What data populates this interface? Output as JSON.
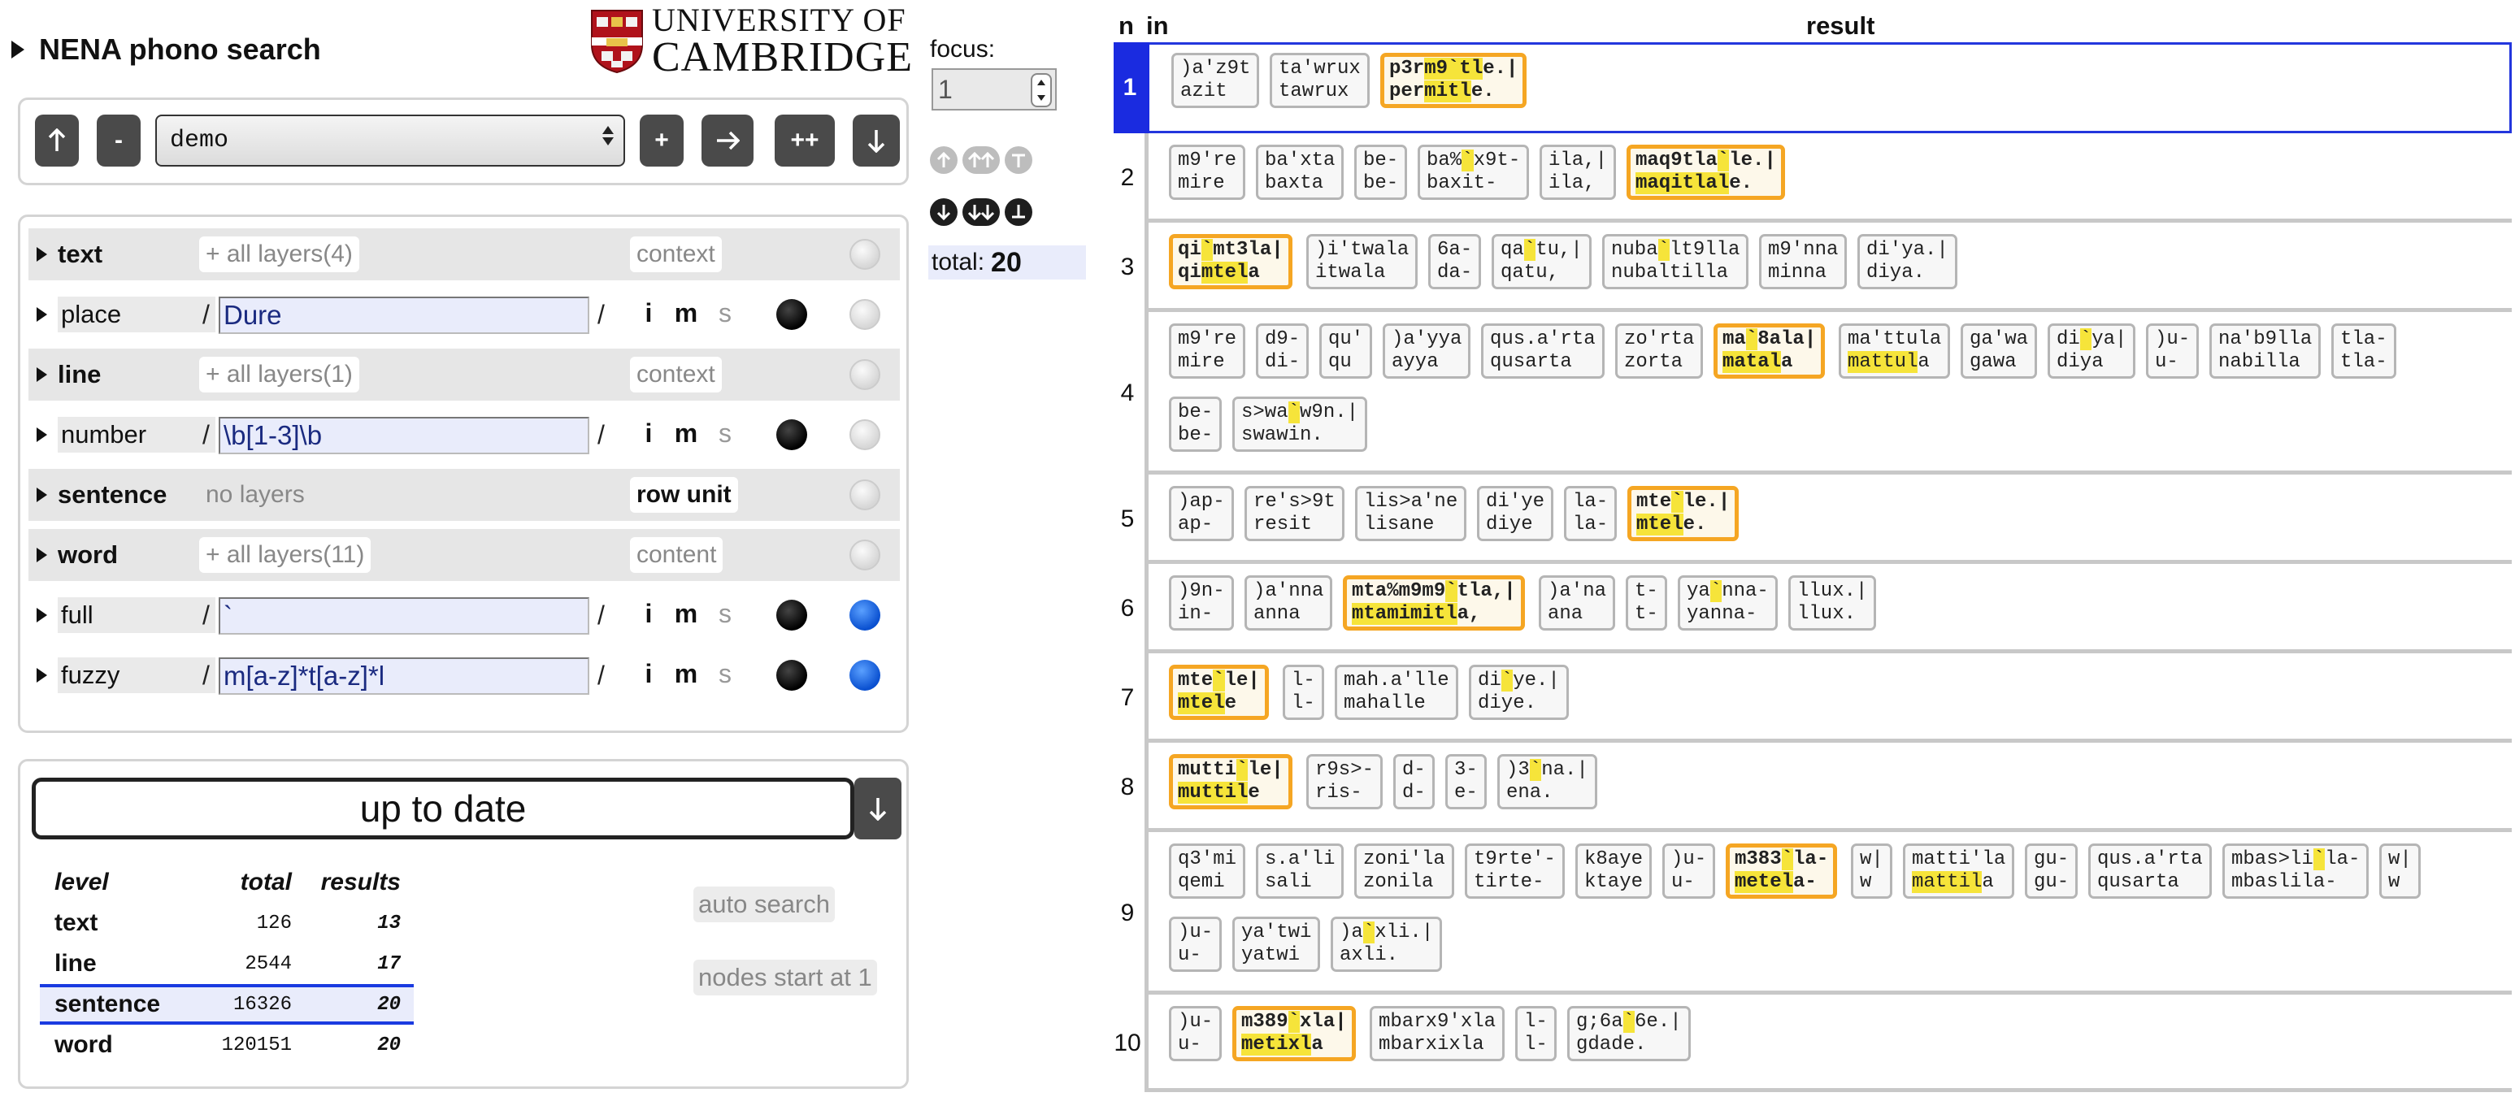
{
  "app": {
    "title": "NENA phono search"
  },
  "logo": {
    "line1": "UNIVERSITY OF",
    "line2": "CAMBRIDGE"
  },
  "set_panel": {
    "selected_set": "demo",
    "buttons": [
      "↑",
      "-",
      "+",
      "→",
      "++",
      "↓"
    ]
  },
  "layers": {
    "text": {
      "name": "text",
      "chip": "+ all layers(4)",
      "context": "context"
    },
    "place": {
      "name": "place",
      "pattern": "Dure",
      "flags": [
        "i",
        "m",
        "s"
      ]
    },
    "line": {
      "name": "line",
      "chip": "+ all layers(1)",
      "context": "context"
    },
    "number": {
      "name": "number",
      "pattern": "\\b[1-3]\\b",
      "flags": [
        "i",
        "m",
        "s"
      ]
    },
    "sentence": {
      "name": "sentence",
      "chip": "no layers",
      "context": "row unit"
    },
    "word": {
      "name": "word",
      "chip": "+ all layers(11)",
      "context": "content"
    },
    "full": {
      "name": "full",
      "pattern": "`",
      "flags": [
        "i",
        "m",
        "s"
      ]
    },
    "fuzzy": {
      "name": "fuzzy",
      "pattern": "m[a-z]*t[a-z]*l",
      "flags": [
        "i",
        "m",
        "s"
      ]
    },
    "slash": "/"
  },
  "status": {
    "message": "up to date",
    "headers": {
      "level": "level",
      "total": "total",
      "results": "results"
    },
    "rows": [
      {
        "level": "text",
        "total": "126",
        "results": "13"
      },
      {
        "level": "line",
        "total": "2544",
        "results": "17"
      },
      {
        "level": "sentence",
        "total": "16326",
        "results": "20"
      },
      {
        "level": "word",
        "total": "120151",
        "results": "20"
      }
    ],
    "auto_search": "auto search",
    "nodes_start": "nodes start at 1"
  },
  "focus": {
    "label": "focus:",
    "value": "1",
    "total_label": "total:",
    "total_value": "20"
  },
  "results": {
    "headers": {
      "n": "n",
      "in": "in",
      "result": "result"
    },
    "rows": [
      {
        "n": "1",
        "words": [
          {
            "a": ")a'z9t",
            "b": "azit"
          },
          {
            "a": "ta'wrux",
            "b": "tawrux"
          },
          {
            "a": "p3rm9`tle.|",
            "b": "permitle.",
            "hl": true,
            "am": [
              "m9`tl"
            ],
            "bm": [
              "mitl"
            ]
          }
        ]
      },
      {
        "n": "2",
        "words": [
          {
            "a": "m9're",
            "b": "mire"
          },
          {
            "a": "ba'xta",
            "b": "baxta"
          },
          {
            "a": "be-",
            "b": "be-"
          },
          {
            "a": "ba%`x9t-",
            "b": "baxit-",
            "am": [
              "`"
            ]
          },
          {
            "a": "ila,|",
            "b": "ila,"
          },
          {
            "a": "maq9tla`le.|",
            "b": "maqitlale.",
            "hl": true,
            "am": [
              "`"
            ],
            "bm": [
              "maqitlal"
            ]
          }
        ]
      },
      {
        "n": "3",
        "words": [
          {
            "a": "qi`mt3la|",
            "b": "qimtela",
            "hl": true,
            "am": [
              "`"
            ],
            "bm": [
              "mtel"
            ]
          },
          {
            "a": ")i'twala",
            "b": "itwala"
          },
          {
            "a": "6a-",
            "b": "da-"
          },
          {
            "a": "qa`tu,|",
            "b": "qatu,",
            "am": [
              "`"
            ]
          },
          {
            "a": "nuba`lt9lla",
            "b": "nubaltilla",
            "am": [
              "`"
            ]
          },
          {
            "a": "m9'nna",
            "b": "minna"
          },
          {
            "a": "di'ya.|",
            "b": "diya."
          }
        ]
      },
      {
        "n": "4",
        "words": [
          {
            "a": "m9're",
            "b": "mire"
          },
          {
            "a": "d9-",
            "b": "di-"
          },
          {
            "a": "qu'",
            "b": "qu"
          },
          {
            "a": ")a'yya",
            "b": "ayya"
          },
          {
            "a": "qus.a'rta",
            "b": "qusarta"
          },
          {
            "a": "zo'rta",
            "b": "zorta"
          },
          {
            "a": "ma`8ala|",
            "b": "matala",
            "hl": true,
            "am": [
              "`"
            ],
            "bm": [
              "matal"
            ]
          },
          {
            "a": "ma'ttula",
            "b": "mattula",
            "bm": [
              "mattul"
            ]
          },
          {
            "a": "ga'wa",
            "b": "gawa"
          },
          {
            "a": "di`ya|",
            "b": "diya",
            "am": [
              "`"
            ]
          },
          {
            "a": ")u-",
            "b": "u-"
          },
          {
            "a": "na'b9lla",
            "b": "nabilla"
          },
          {
            "a": "tla-",
            "b": "tla-"
          },
          {
            "a": "be-",
            "b": "be-",
            "wrap": true
          },
          {
            "a": "s>wa`w9n.|",
            "b": "swawin.",
            "am": [
              "`"
            ]
          }
        ]
      },
      {
        "n": "5",
        "words": [
          {
            "a": ")ap-",
            "b": "ap-"
          },
          {
            "a": "re's>9t",
            "b": "resit"
          },
          {
            "a": "lis>a'ne",
            "b": "lisane"
          },
          {
            "a": "di'ye",
            "b": "diye"
          },
          {
            "a": "la-",
            "b": "la-"
          },
          {
            "a": "mte`le.|",
            "b": "mtele.",
            "hl": true,
            "am": [
              "`"
            ],
            "bm": [
              "mtel"
            ]
          }
        ]
      },
      {
        "n": "6",
        "words": [
          {
            "a": ")9n-",
            "b": "in-"
          },
          {
            "a": ")a'nna",
            "b": "anna"
          },
          {
            "a": "mta%m9m9`tla,|",
            "b": "mtamimitla,",
            "hl": true,
            "am": [
              "`"
            ],
            "bm": [
              "mtamimitl"
            ]
          },
          {
            "a": ")a'na",
            "b": "ana"
          },
          {
            "a": "t-",
            "b": "t-"
          },
          {
            "a": "ya`nna-",
            "b": "yanna-",
            "am": [
              "`"
            ]
          },
          {
            "a": "llux.|",
            "b": "llux."
          }
        ]
      },
      {
        "n": "7",
        "words": [
          {
            "a": "mte`le|",
            "b": "mtele",
            "hl": true,
            "am": [
              "`"
            ],
            "bm": [
              "mtel"
            ]
          },
          {
            "a": "l-",
            "b": "l-"
          },
          {
            "a": "mah.a'lle",
            "b": "mahalle"
          },
          {
            "a": "di`ye.|",
            "b": "diye.",
            "am": [
              "`"
            ]
          }
        ]
      },
      {
        "n": "8",
        "words": [
          {
            "a": "mutti`le|",
            "b": "muttile",
            "hl": true,
            "am": [
              "`"
            ],
            "bm": [
              "muttil"
            ]
          },
          {
            "a": "r9s>-",
            "b": "ris-"
          },
          {
            "a": "d-",
            "b": "d-"
          },
          {
            "a": "3-",
            "b": "e-"
          },
          {
            "a": ")3`na.|",
            "b": "ena.",
            "am": [
              "`"
            ]
          }
        ]
      },
      {
        "n": "9",
        "words": [
          {
            "a": "q3'mi",
            "b": "qemi"
          },
          {
            "a": "s.a'li",
            "b": "sali"
          },
          {
            "a": "zoni'la",
            "b": "zonila"
          },
          {
            "a": "t9rte'-",
            "b": "tirte-"
          },
          {
            "a": "k8aye",
            "b": "ktaye"
          },
          {
            "a": ")u-",
            "b": "u-"
          },
          {
            "a": "m383`la-",
            "b": "metela-",
            "hl": true,
            "am": [
              "`"
            ],
            "bm": [
              "metel"
            ]
          },
          {
            "a": "w|",
            "b": "w"
          },
          {
            "a": "matti'la",
            "b": "mattila",
            "bm": [
              "mattil"
            ]
          },
          {
            "a": "gu-",
            "b": "gu-"
          },
          {
            "a": "qus.a'rta",
            "b": "qusarta"
          },
          {
            "a": "mbas>li`la-",
            "b": "mbaslila-",
            "am": [
              "`"
            ]
          },
          {
            "a": "w|",
            "b": "w"
          },
          {
            "a": ")u-",
            "b": "u-",
            "wrap": true
          },
          {
            "a": "ya'twi",
            "b": "yatwi"
          },
          {
            "a": ")a`xli.|",
            "b": "axli.",
            "am": [
              "`"
            ]
          }
        ]
      },
      {
        "n": "10",
        "words": [
          {
            "a": ")u-",
            "b": "u-"
          },
          {
            "a": "m389`xla|",
            "b": "metixla",
            "hl": true,
            "am": [
              "`"
            ],
            "bm": [
              "metixl"
            ]
          },
          {
            "a": "mbarx9'xla",
            "b": "mbarxixla"
          },
          {
            "a": "l-",
            "b": "l-"
          },
          {
            "a": "g;6a`6e.|",
            "b": "gdade.",
            "am": [
              "`"
            ]
          }
        ]
      }
    ]
  },
  "colors": {
    "accent_blue": "#1a2be0",
    "highlight_border": "#f5a623",
    "highlight_mark": "#f6e43a",
    "pattern_bg": "#e9ecfb"
  }
}
